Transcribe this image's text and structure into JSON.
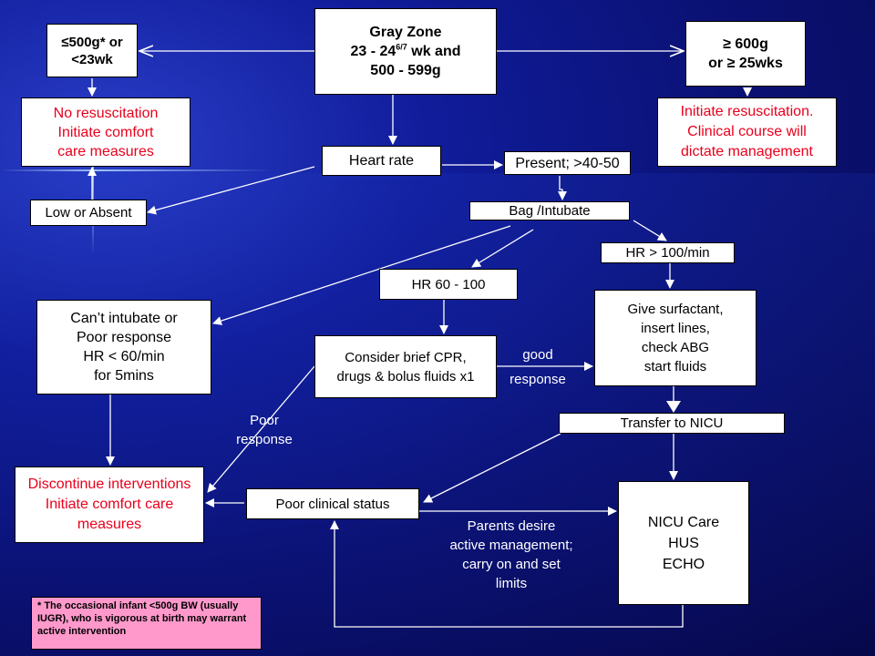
{
  "nodes": {
    "le500": {
      "line1": "≤500g* or",
      "line2": "<23wk"
    },
    "grayzone": {
      "line1": "Gray Zone",
      "line2_pre": "23 - 24",
      "line2_sup": "6/7",
      "line2_post": " wk and",
      "line3": "500 - 599g"
    },
    "ge600": {
      "line1": "≥ 600g",
      "line2": "or ≥ 25wks"
    },
    "no_resus": {
      "lines": [
        "No resuscitation",
        "Initiate comfort",
        "care measures"
      ]
    },
    "initiate_resus": {
      "lines": [
        "Initiate resuscitation.",
        "Clinical course will",
        "dictate management"
      ]
    },
    "heart_rate": "Heart rate",
    "present": "Present; >40-50",
    "low_absent": "Low or Absent",
    "bag_intubate": "Bag /Intubate",
    "hr_gt100": "HR > 100/min",
    "hr_60_100": "HR 60 - 100",
    "cant_intubate": {
      "lines": [
        "Can’t intubate or",
        "Poor  response",
        "HR < 60/min",
        "for 5mins"
      ]
    },
    "consider_cpr": {
      "lines": [
        "Consider brief CPR,",
        "drugs & bolus fluids x1"
      ]
    },
    "give_surfactant": {
      "lines": [
        "Give surfactant,",
        "insert lines,",
        "check ABG",
        "start fluids"
      ]
    },
    "transfer_nicu": "Transfer to NICU",
    "discontinue": {
      "lines": [
        "Discontinue interventions",
        "Initiate comfort care",
        "measures"
      ]
    },
    "poor_clinical": "Poor clinical status",
    "nicu_care": {
      "lines": [
        "NICU Care",
        "HUS",
        "ECHO"
      ]
    }
  },
  "labels": {
    "good_response": [
      "good",
      "response"
    ],
    "poor_response": [
      "Poor",
      "response"
    ],
    "parents_desire": [
      "Parents desire",
      "active management;",
      "carry on and set",
      "limits"
    ]
  },
  "footnote": "* The occasional infant <500g BW (usually IUGR), who is vigorous at birth may warrant active intervention",
  "colors": {
    "background": "#0a1070",
    "box_fill": "#ffffff",
    "alert_text": "#e8001c",
    "footnote_fill": "#ff99cc",
    "connector": "#ffffff"
  }
}
